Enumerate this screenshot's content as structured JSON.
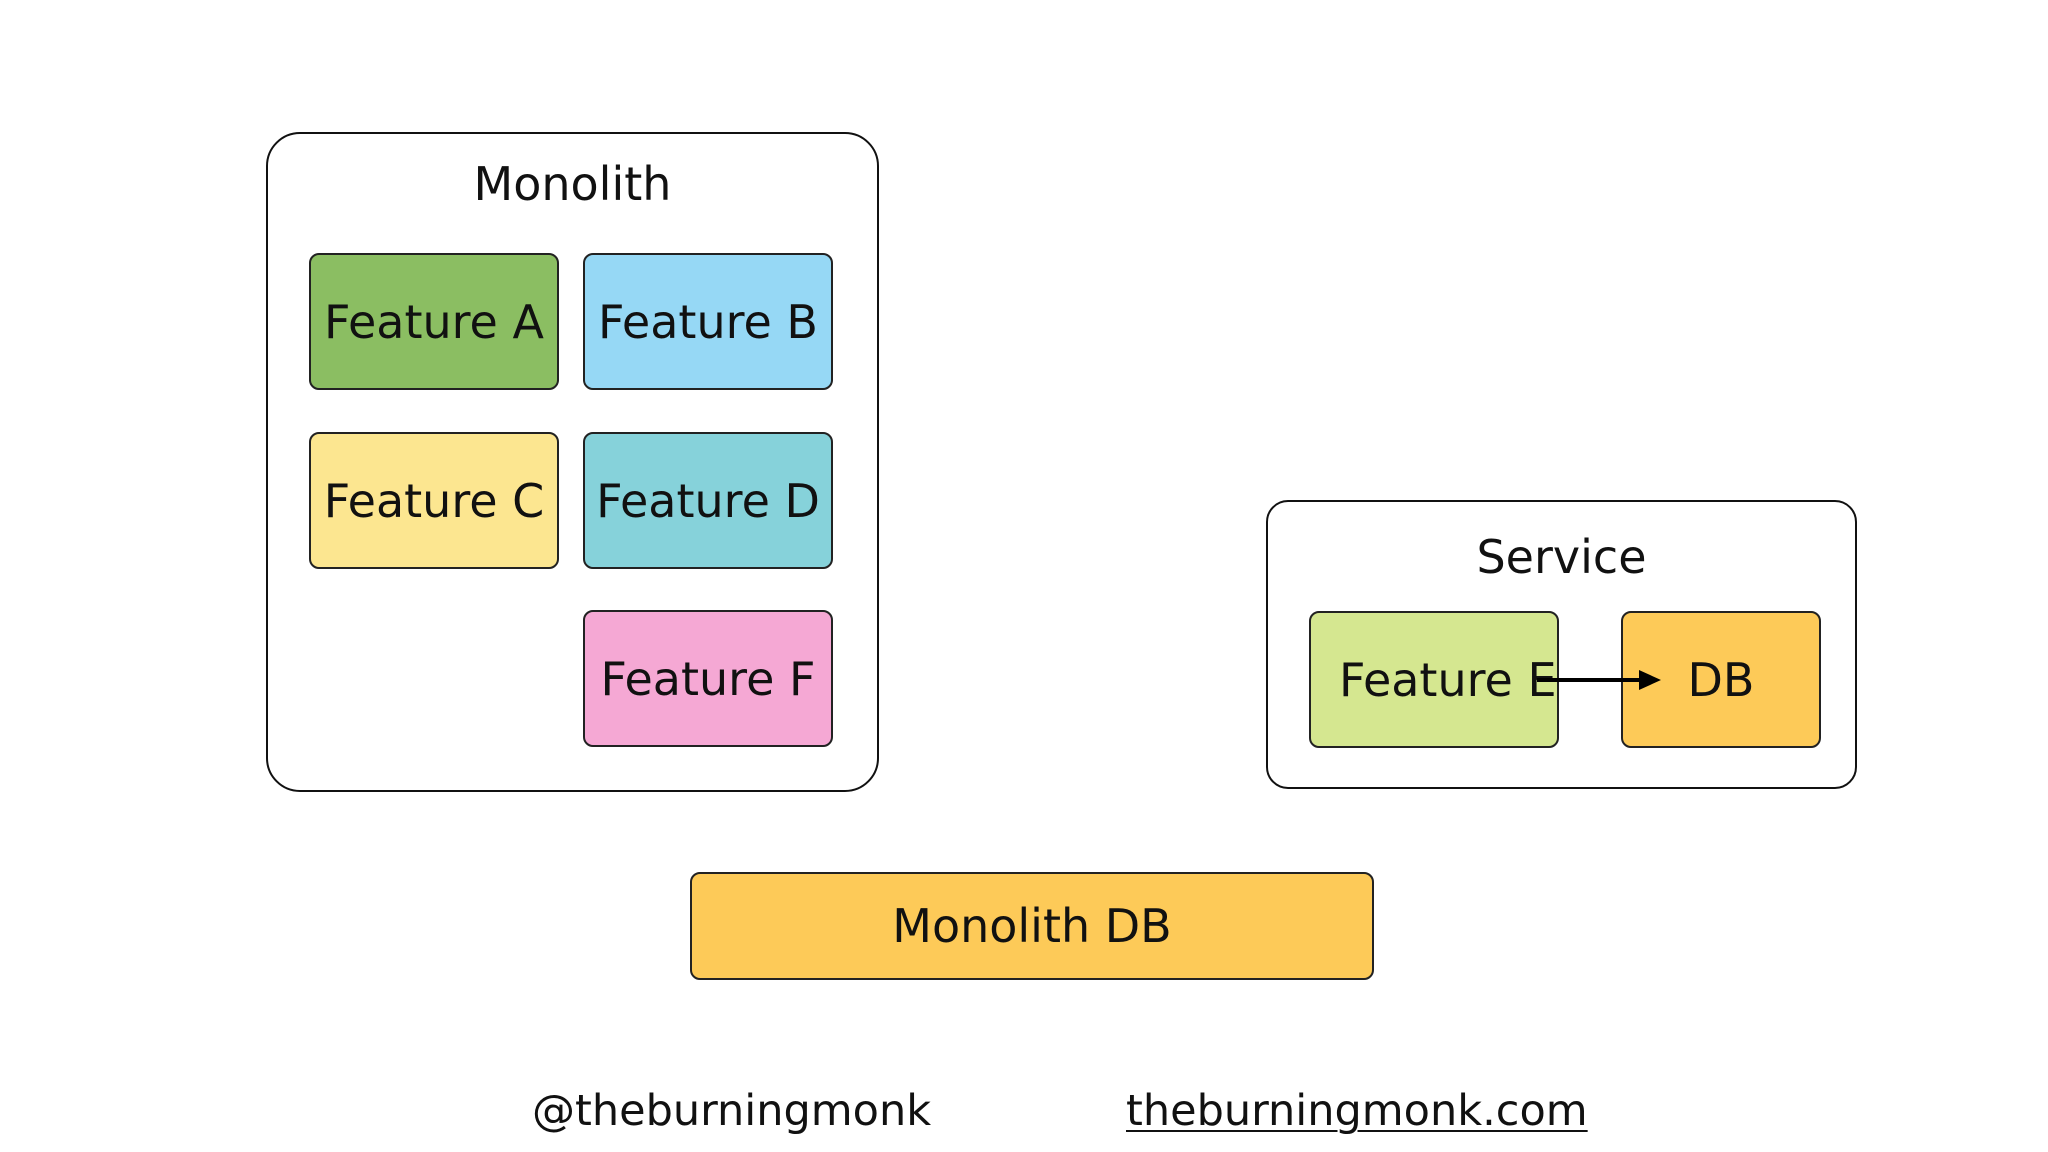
{
  "monolith": {
    "title": "Monolith",
    "features": {
      "a": "Feature A",
      "b": "Feature B",
      "c": "Feature C",
      "d": "Feature D",
      "f": "Feature F"
    }
  },
  "service": {
    "title": "Service",
    "feature": "Feature E",
    "db": "DB"
  },
  "monolith_db": "Monolith DB",
  "footer": {
    "handle": "@theburningmonk",
    "website": "theburningmonk.com"
  },
  "colors": {
    "feature_a": "#8bbe62",
    "feature_b": "#96d8f5",
    "feature_c": "#fce690",
    "feature_d": "#86d2da",
    "feature_e": "#d5e790",
    "feature_f": "#f5a8d4",
    "db": "#fdca58"
  }
}
